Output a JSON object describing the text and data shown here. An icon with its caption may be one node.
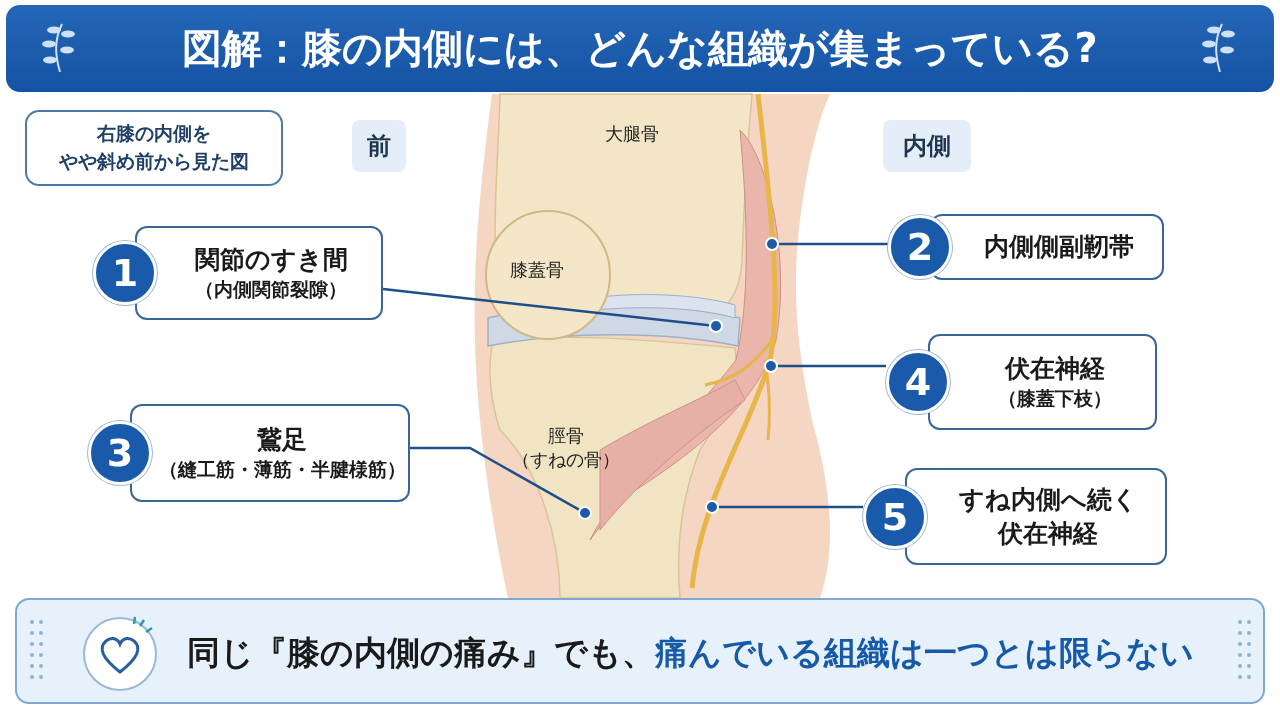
{
  "diagram": {
    "title": "図解：膝の内側には、どんな組織が集まっている?",
    "nodes": [
      {
        "text": [
          "右膝の内側を",
          "やや斜め前から見た図"
        ]
      },
      {
        "text": [
          "前"
        ]
      },
      {
        "text": [
          "内側"
        ]
      },
      {
        "text": [
          "1",
          "関節のすき間",
          "（内側関節裂隙）"
        ]
      },
      {
        "text": [
          "2",
          "内側側副靭帯"
        ]
      },
      {
        "text": [
          "4",
          "伏在神経",
          "（膝蓋下枝）"
        ]
      },
      {
        "text": [
          "3",
          "鵞足",
          "（縫工筋・薄筋・半腱様筋）"
        ]
      },
      {
        "text": [
          "5",
          "すね内側へ続く",
          "伏在神経"
        ]
      },
      {
        "text": [],
        "shape": "circle"
      },
      {
        "text": [],
        "shape": "circle"
      },
      {
        "text": [],
        "shape": "circle"
      },
      {
        "text": [],
        "shape": "circle"
      },
      {
        "text": [],
        "shape": "circle"
      },
      {
        "text": [
          "同じ『膝の内側の痛み』でも、",
          "痛んでいる組織は一つとは限らない"
        ]
      }
    ],
    "edges": [
      {
        "from": 3,
        "to": 8,
        "arrow": "none"
      },
      {
        "from": 4,
        "to": 9,
        "arrow": "none"
      },
      {
        "from": 5,
        "to": 10,
        "arrow": "none"
      },
      {
        "from": 6,
        "to": 11,
        "arrow": "none"
      },
      {
        "from": 7,
        "to": 12,
        "arrow": "none"
      }
    ],
    "labels": [
      "大腿骨",
      "膝蓋骨",
      "脛骨",
      "（すねの骨）"
    ]
  }
}
